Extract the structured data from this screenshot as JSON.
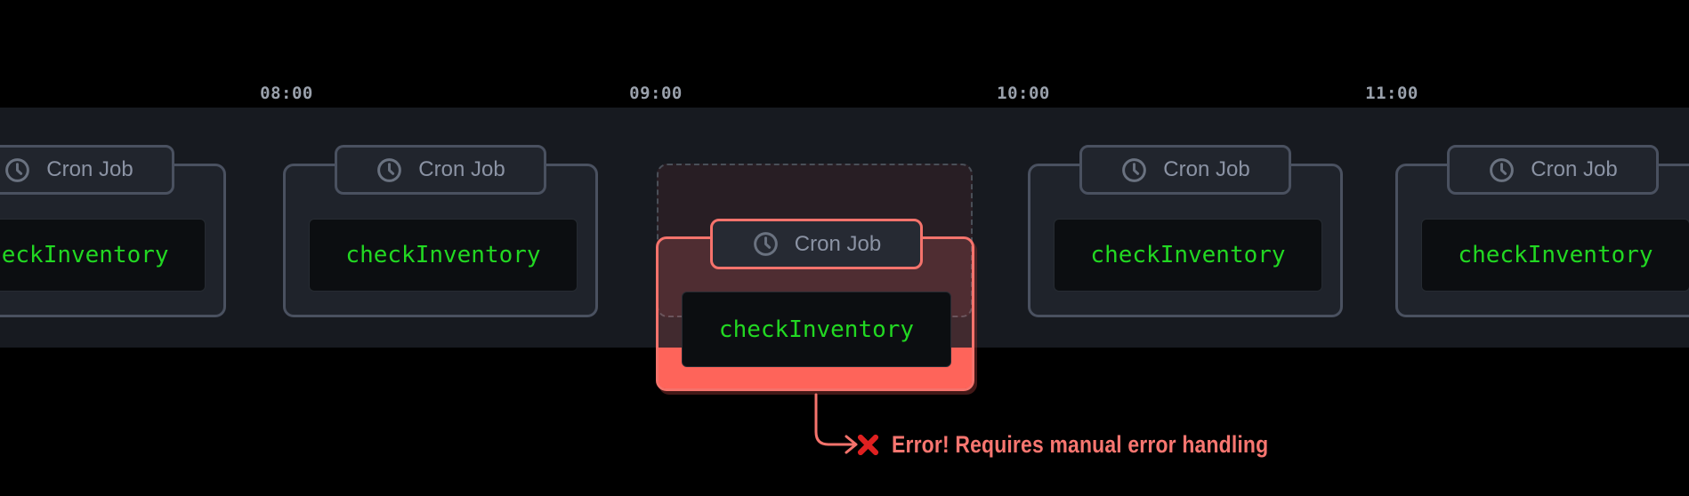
{
  "timeline": {
    "labels": [
      "08:00",
      "09:00",
      "10:00",
      "11:00"
    ]
  },
  "cards": [
    {
      "badge": "Cron Job",
      "task": "checkInventory",
      "status": "scheduled"
    },
    {
      "badge": "Cron Job",
      "task": "checkInventory",
      "status": "scheduled"
    },
    {
      "badge": "Cron Job",
      "task": "checkInventory",
      "status": "failed"
    },
    {
      "badge": "Cron Job",
      "task": "checkInventory",
      "status": "scheduled"
    },
    {
      "badge": "Cron Job",
      "task": "checkInventory",
      "status": "scheduled"
    }
  ],
  "error_note": {
    "icon": "red-cross-icon",
    "text": "Error! Requires manual error handling"
  },
  "colors": {
    "background": "#000000",
    "band": "#171a20",
    "card_bg": "#1f232b",
    "card_border": "#4a5160",
    "badge_bg": "#21252d",
    "code_bg": "#0c0e11",
    "code_green": "#22d822",
    "muted_text": "#8b93a4",
    "time_text": "#9aa1ac",
    "error_border": "#f5736c",
    "error_fill": "#fe645a",
    "error_text": "#f87670",
    "x_red": "#e02020"
  }
}
